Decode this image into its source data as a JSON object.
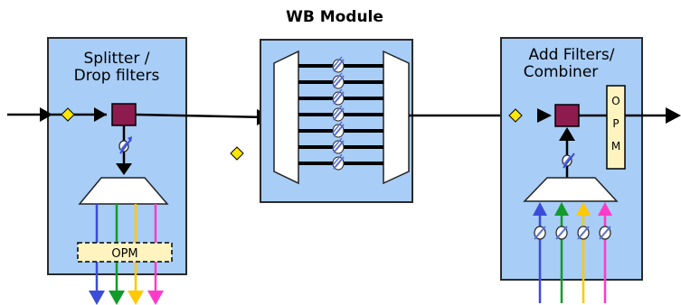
{
  "title": "WB Module",
  "blocks": {
    "splitter": {
      "label_line1": "Splitter /",
      "label_line2": "Drop filters",
      "opm_label": "OPM"
    },
    "wb": {
      "label": "WB Module"
    },
    "add": {
      "label_line1": "Add Filters/",
      "label_line2": "Combiner",
      "opm_letters": [
        "O",
        "P",
        "M"
      ]
    }
  },
  "colors": {
    "block_fill": "#a8cdf6",
    "block_stroke": "#2a2a2a",
    "switch_fill": "#8e1b4e",
    "opm_fill": "#fff4c0",
    "diamond_fill": "#ffe600",
    "attenuator_fill": "#ffffff",
    "attenuator_stripe": "#5a6fd0",
    "ch_blue": "#3b4cd8",
    "ch_green": "#129a2a",
    "ch_yellow": "#ffc800",
    "ch_magenta": "#ff3ac8"
  },
  "icons": [
    "diamond-marker",
    "switch-node",
    "variable-attenuator",
    "demux-trapezoid",
    "mux-trapezoid",
    "arrow"
  ]
}
